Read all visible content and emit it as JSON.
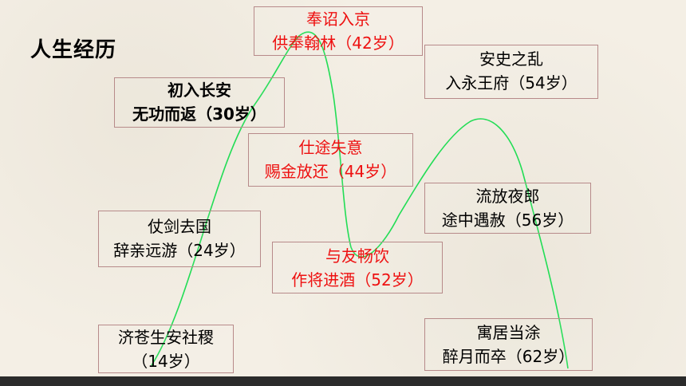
{
  "title": "人生经历",
  "events": [
    {
      "id": "e14",
      "line1": "济苍生安社稷",
      "line2": "（14岁）"
    },
    {
      "id": "e24",
      "line1": "仗剑去国",
      "line2": "辞亲远游（24岁）"
    },
    {
      "id": "e30",
      "line1": "初入长安",
      "line2": "无功而返（30岁）"
    },
    {
      "id": "e42",
      "line1": "奉诏入京",
      "line2": "供奉翰林（42岁）"
    },
    {
      "id": "e44",
      "line1": "仕途失意",
      "line2": "赐金放还（44岁）"
    },
    {
      "id": "e52",
      "line1": "与友畅饮",
      "line2": "作将进酒（52岁）"
    },
    {
      "id": "e54",
      "line1": "安史之乱",
      "line2": "入永王府（54岁）"
    },
    {
      "id": "e56",
      "line1": "流放夜郎",
      "line2": "途中遇赦（56岁）"
    },
    {
      "id": "e62",
      "line1": "寓居当涂",
      "line2": "醉月而卒（62岁）"
    }
  ],
  "colors": {
    "curve": "#22dd55",
    "highlight": "#ee1111",
    "box_border": "#b78a8a"
  }
}
